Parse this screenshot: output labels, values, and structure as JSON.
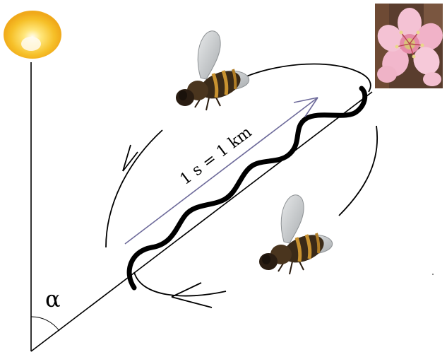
{
  "diagram": {
    "distance_label": "1 s = 1 km",
    "angle_label": "α"
  },
  "colors": {
    "sun_core": "#ffffff",
    "sun_glow": "#f3b51e",
    "arrow_line": "#6d6a9a",
    "path_stroke": "#000000",
    "flower_petal": "#f2b7cc",
    "flower_center": "#d9c27a",
    "photo_background": "#5a3d2e",
    "bee_body": "#3a2a18",
    "bee_stripe": "#c89230",
    "bee_wing": "#c9ccce"
  },
  "icons": {
    "sun": "sun-icon",
    "flower": "flower-photo",
    "bee_top": "bee-icon",
    "bee_bottom": "bee-icon"
  }
}
